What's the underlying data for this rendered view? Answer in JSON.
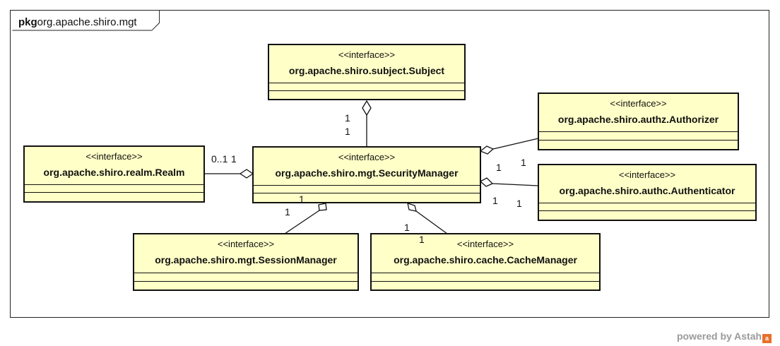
{
  "package": {
    "keyword": "pkg",
    "name": "org.apache.shiro.mgt"
  },
  "stereotype": "<<interface>>",
  "classes": {
    "subject": {
      "name": "org.apache.shiro.subject.Subject"
    },
    "security_manager": {
      "name": "org.apache.shiro.mgt.SecurityManager"
    },
    "realm": {
      "name": "org.apache.shiro.realm.Realm"
    },
    "authorizer": {
      "name": "org.apache.shiro.authz.Authorizer"
    },
    "authenticator": {
      "name": "org.apache.shiro.authc.Authenticator"
    },
    "session_manager": {
      "name": "org.apache.shiro.mgt.SessionManager"
    },
    "cache_manager": {
      "name": "org.apache.shiro.cache.CacheManager"
    }
  },
  "associations": {
    "subject": {
      "near_subject": "1",
      "near_manager": "1"
    },
    "realm": {
      "near_realm": "0..1",
      "near_manager": "1"
    },
    "authorizer": {
      "near_manager": "1",
      "near_authorizer": "1"
    },
    "authenticator": {
      "near_manager": "1",
      "near_authenticator": "1"
    },
    "session_manager": {
      "near_manager": "1",
      "near_session": "1"
    },
    "cache_manager": {
      "near_manager": "1",
      "near_cache": "1"
    }
  },
  "watermark": {
    "text": "powered by Astah",
    "icon": "astah-logo-icon"
  }
}
